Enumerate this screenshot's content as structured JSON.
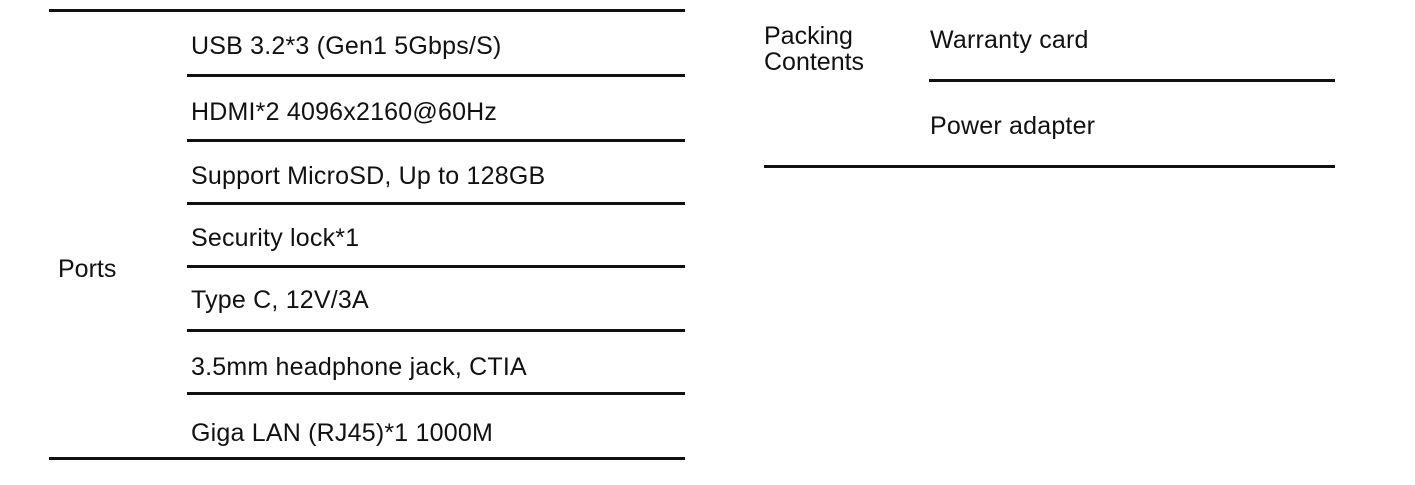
{
  "ports": {
    "label": "Ports",
    "items": [
      "USB 3.2*3 (Gen1 5Gbps/S)",
      "HDMI*2 4096x2160@60Hz",
      "Support MicroSD, Up to 128GB",
      "Security lock*1",
      "Type C, 12V/3A",
      "3.5mm headphone jack, CTIA",
      "Giga LAN (RJ45)*1 1000M"
    ]
  },
  "packing": {
    "label_line1": "Packing",
    "label_line2": "Contents",
    "items": [
      "Warranty card",
      "Power adapter"
    ]
  }
}
